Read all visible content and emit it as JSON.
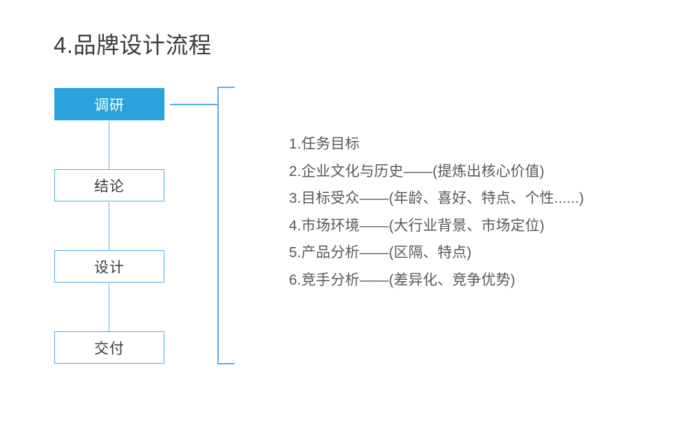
{
  "slide": {
    "title": "4.品牌设计流程",
    "background_color": "#ffffff",
    "accent_color": "#29a3dc",
    "outline_color": "#4eaede",
    "text_color": "#58585a"
  },
  "flow": {
    "steps": [
      {
        "label": "调研",
        "style": "filled"
      },
      {
        "label": "结论",
        "style": "outlined"
      },
      {
        "label": "设计",
        "style": "outlined"
      },
      {
        "label": "交付",
        "style": "outlined"
      }
    ]
  },
  "details": {
    "items": [
      "1.任务目标",
      "2.企业文化与历史——(提炼出核心价值)",
      "3.目标受众——(年龄、喜好、特点、个性......)",
      "4.市场环境——(大行业背景、市场定位)",
      "5.产品分析——(区隔、特点)",
      "6.竞手分析——(差异化、竞争优势)"
    ]
  }
}
